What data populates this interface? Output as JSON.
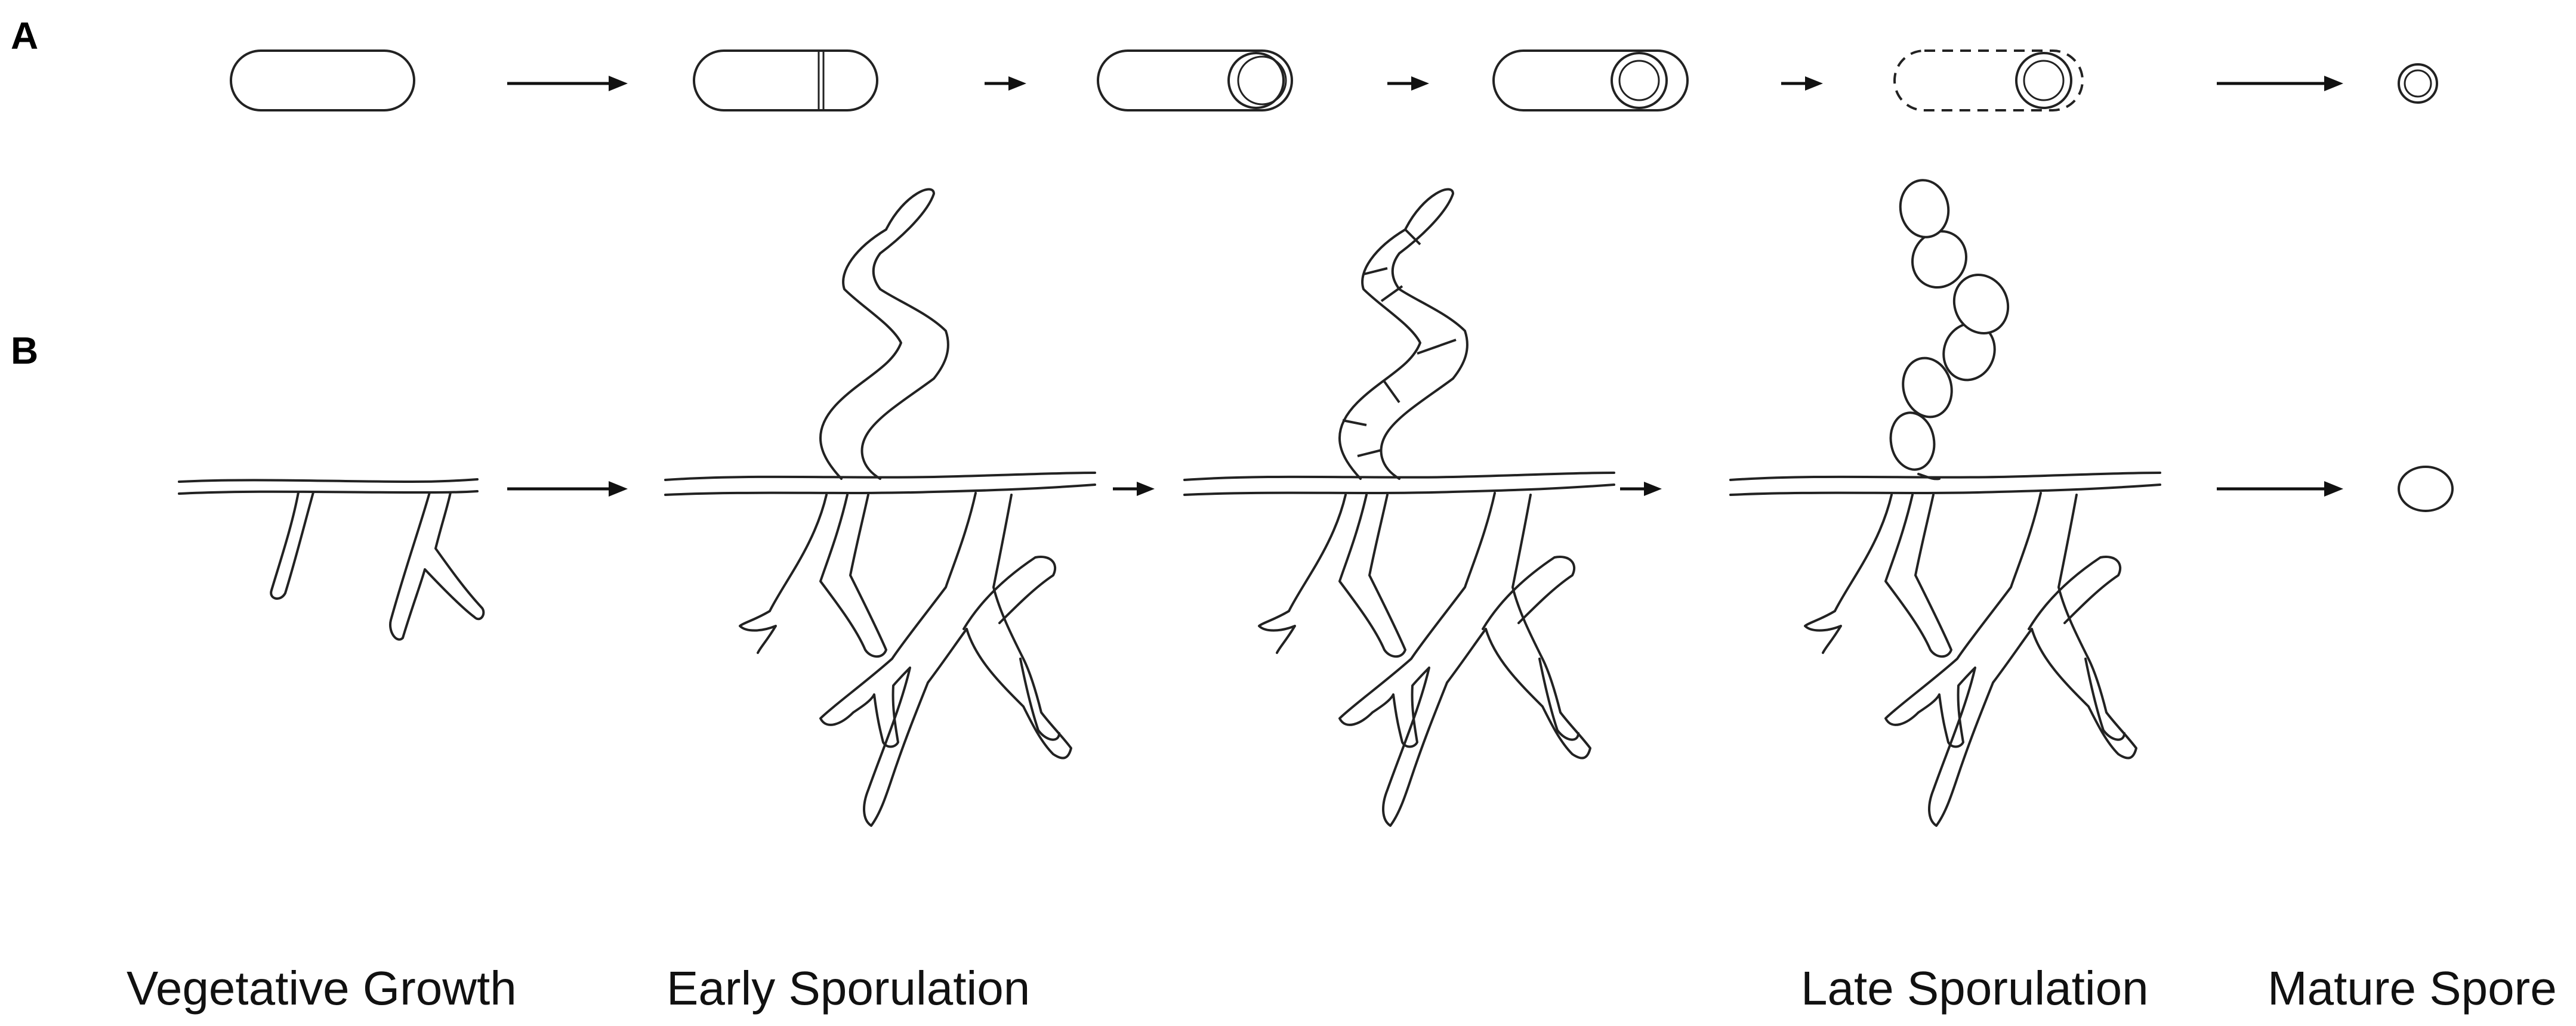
{
  "panels": {
    "a": "A",
    "b": "B"
  },
  "stages": {
    "vegetative": "Vegetative Growth",
    "early": "Early Sporulation",
    "late": "Late Sporulation",
    "mature": "Mature Spore"
  }
}
